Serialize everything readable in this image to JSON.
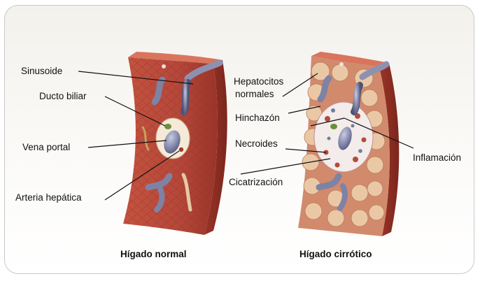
{
  "labels": {
    "sinusoide": "Sinusoide",
    "ducto_biliar": "Ducto biliar",
    "vena_portal": "Vena portal",
    "arteria_hepatica": "Arteria hepática",
    "hepatocitos_line1": "Hepatocitos",
    "hepatocitos_line2": "normales",
    "hinchazon": "Hinchazón",
    "necroides": "Necroides",
    "cicatrizacion": "Cicatrización",
    "inflamacion": "Inflamación"
  },
  "captions": {
    "normal": "Hígado normal",
    "cirrotico": "Hígado cirrótico"
  },
  "colors": {
    "tissue": "#b9493a",
    "tissue_dark": "#8e2f24",
    "vessel": "#7b7f9e",
    "bile": "#6b8f3a",
    "nodule": "#e7c3a2"
  }
}
